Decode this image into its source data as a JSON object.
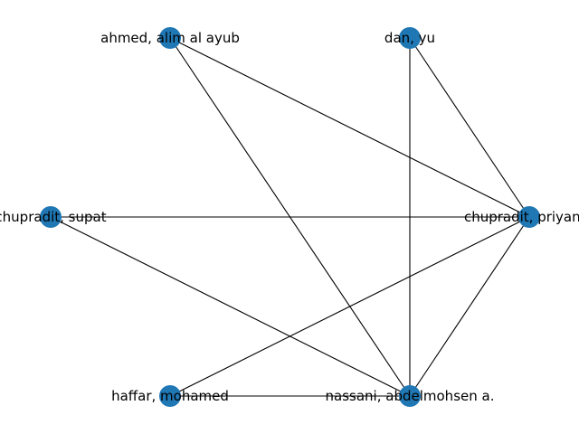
{
  "graph": {
    "node_color": "#1f77b4",
    "edge_color": "#000000",
    "nodes": [
      {
        "id": "ahmed",
        "label": "ahmed, alim al ayub"
      },
      {
        "id": "dan",
        "label": "dan, yu"
      },
      {
        "id": "chupradit_s",
        "label": "chupradit, supat"
      },
      {
        "id": "chupradit_p",
        "label": "chupradit, priyanut"
      },
      {
        "id": "haffar",
        "label": "haffar, mohamed"
      },
      {
        "id": "nassani",
        "label": "nassani, abdelmohsen a."
      }
    ],
    "edges": [
      [
        "ahmed",
        "chupradit_p"
      ],
      [
        "ahmed",
        "nassani"
      ],
      [
        "dan",
        "chupradit_p"
      ],
      [
        "dan",
        "nassani"
      ],
      [
        "chupradit_s",
        "chupradit_p"
      ],
      [
        "chupradit_s",
        "nassani"
      ],
      [
        "chupradit_p",
        "haffar"
      ],
      [
        "chupradit_p",
        "nassani"
      ],
      [
        "haffar",
        "nassani"
      ]
    ]
  }
}
